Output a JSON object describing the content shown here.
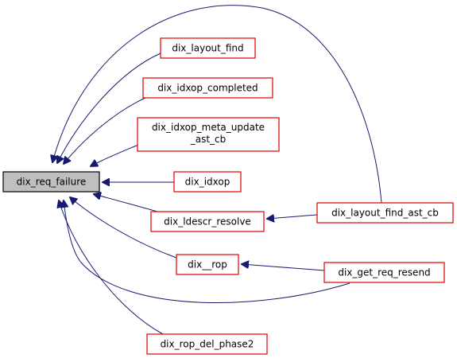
{
  "graph": {
    "nodes": [
      {
        "id": "dix_req_failure",
        "label": "dix_req_failure",
        "focus": true
      },
      {
        "id": "dix_layout_find",
        "label": "dix_layout_find"
      },
      {
        "id": "dix_idxop_completed",
        "label": "dix_idxop_completed"
      },
      {
        "id": "dix_idxop_meta_update_ast_cb",
        "label_lines": [
          "dix_idxop_meta_update",
          "_ast_cb"
        ]
      },
      {
        "id": "dix_idxop",
        "label": "dix_idxop"
      },
      {
        "id": "dix_ldescr_resolve",
        "label": "dix_ldescr_resolve"
      },
      {
        "id": "dix__rop",
        "label": "dix__rop"
      },
      {
        "id": "dix_rop_del_phase2",
        "label": "dix_rop_del_phase2"
      },
      {
        "id": "dix_layout_find_ast_cb",
        "label": "dix_layout_find_ast_cb"
      },
      {
        "id": "dix_get_req_resend",
        "label": "dix_get_req_resend"
      }
    ],
    "edges": [
      {
        "from": "dix_layout_find",
        "to": "dix_req_failure"
      },
      {
        "from": "dix_idxop_completed",
        "to": "dix_req_failure"
      },
      {
        "from": "dix_idxop_meta_update_ast_cb",
        "to": "dix_req_failure"
      },
      {
        "from": "dix_idxop",
        "to": "dix_req_failure"
      },
      {
        "from": "dix_ldescr_resolve",
        "to": "dix_req_failure"
      },
      {
        "from": "dix__rop",
        "to": "dix_req_failure"
      },
      {
        "from": "dix_rop_del_phase2",
        "to": "dix_req_failure"
      },
      {
        "from": "dix_layout_find_ast_cb",
        "to": "dix_req_failure"
      },
      {
        "from": "dix_get_req_resend",
        "to": "dix_req_failure"
      },
      {
        "from": "dix_layout_find_ast_cb",
        "to": "dix_ldescr_resolve"
      },
      {
        "from": "dix_get_req_resend",
        "to": "dix__rop"
      }
    ]
  },
  "colors": {
    "edge": "#191970",
    "node_border": "#e00000",
    "focus_fill": "#bfbfbf",
    "focus_border": "#000000"
  }
}
